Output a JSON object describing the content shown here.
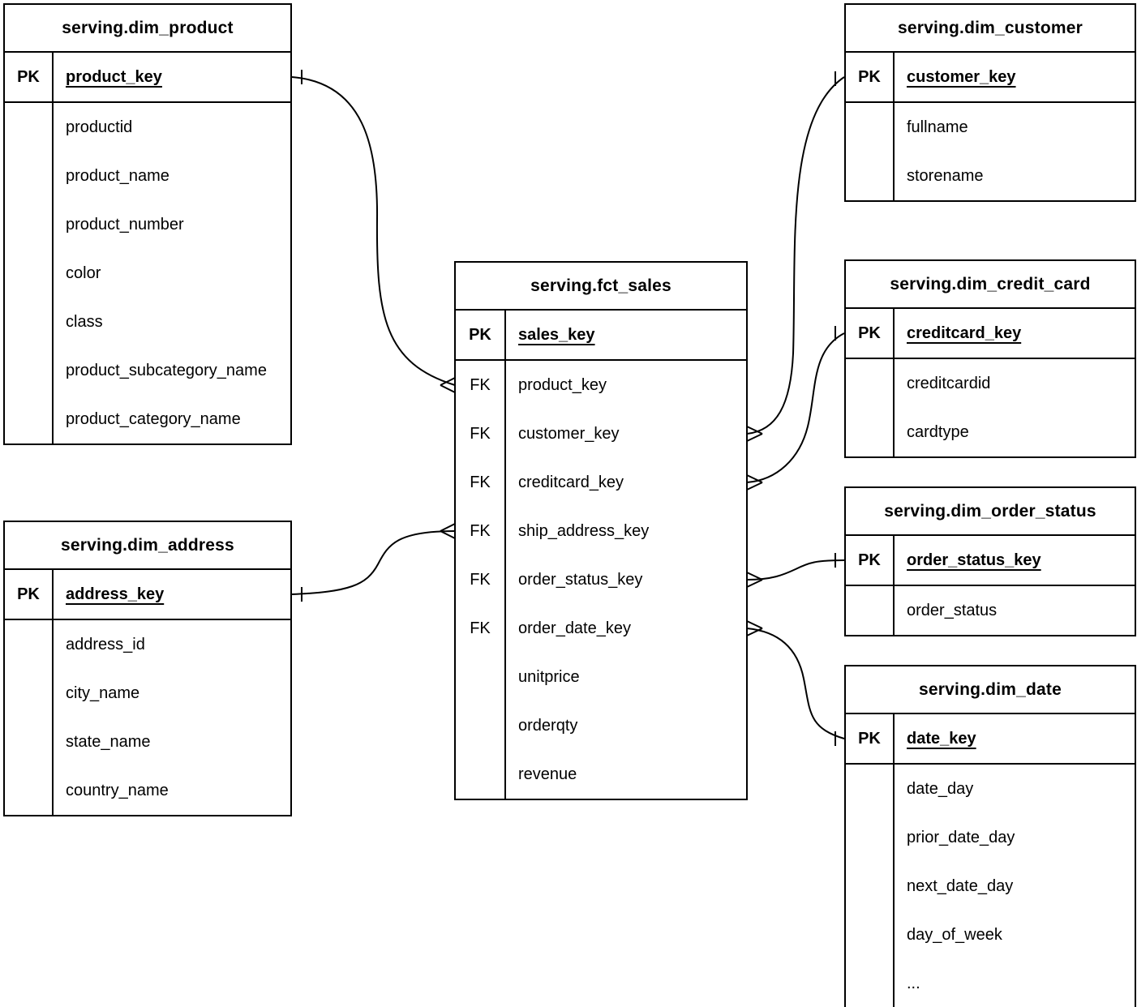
{
  "diagram_title": "serving star schema ER diagram",
  "line_color": "#000000",
  "background_color": "#ffffff",
  "tables": [
    {
      "id": "dim_product",
      "title": "serving.dim_product",
      "pk_label": "PK",
      "pk_field": "product_key",
      "rows": [
        {
          "key": "",
          "name": "productid"
        },
        {
          "key": "",
          "name": "product_name"
        },
        {
          "key": "",
          "name": "product_number"
        },
        {
          "key": "",
          "name": "color"
        },
        {
          "key": "",
          "name": "class"
        },
        {
          "key": "",
          "name": "product_subcategory_​name"
        },
        {
          "key": "",
          "name": "product_category_name"
        }
      ]
    },
    {
      "id": "fct_sales",
      "title": "serving.fct_sales",
      "pk_label": "PK",
      "pk_field": "sales_key",
      "rows": [
        {
          "key": "FK",
          "name": "product_key"
        },
        {
          "key": "FK",
          "name": "customer_key"
        },
        {
          "key": "FK",
          "name": "creditcard_key"
        },
        {
          "key": "FK",
          "name": "ship_address_key"
        },
        {
          "key": "FK",
          "name": "order_status_key"
        },
        {
          "key": "FK",
          "name": "order_date_key"
        },
        {
          "key": "",
          "name": "unitprice"
        },
        {
          "key": "",
          "name": "orderqty"
        },
        {
          "key": "",
          "name": "revenue"
        }
      ]
    },
    {
      "id": "dim_customer",
      "title": "serving.dim_customer",
      "pk_label": "PK",
      "pk_field": "customer_key",
      "rows": [
        {
          "key": "",
          "name": "fullname"
        },
        {
          "key": "",
          "name": "storename"
        }
      ]
    },
    {
      "id": "dim_credit_card",
      "title": "serving.dim_credit_card",
      "pk_label": "PK",
      "pk_field": "creditcard_key",
      "rows": [
        {
          "key": "",
          "name": "creditcardid"
        },
        {
          "key": "",
          "name": "cardtype"
        }
      ]
    },
    {
      "id": "dim_order_status",
      "title": "serving.dim_order_status",
      "pk_label": "PK",
      "pk_field": "order_status_key",
      "rows": [
        {
          "key": "",
          "name": "order_status"
        }
      ]
    },
    {
      "id": "dim_date",
      "title": "serving.dim_date",
      "pk_label": "PK",
      "pk_field": "date_key",
      "rows": [
        {
          "key": "",
          "name": "date_day"
        },
        {
          "key": "",
          "name": "prior_date_day"
        },
        {
          "key": "",
          "name": "next_date_day"
        },
        {
          "key": "",
          "name": "day_of_week"
        },
        {
          "key": "",
          "name": "..."
        }
      ]
    },
    {
      "id": "dim_address",
      "title": "serving.dim_address",
      "pk_label": "PK",
      "pk_field": "address_key",
      "rows": [
        {
          "key": "",
          "name": "address_id"
        },
        {
          "key": "",
          "name": "city_name"
        },
        {
          "key": "",
          "name": "state_name"
        },
        {
          "key": "",
          "name": "country_name"
        }
      ]
    }
  ],
  "relationships": [
    {
      "fact_table": "serving.fct_sales",
      "fact_field": "product_key",
      "dim_table": "serving.dim_product",
      "dim_field": "product_key",
      "fact_cardinality": "many",
      "dim_cardinality": "one"
    },
    {
      "fact_table": "serving.fct_sales",
      "fact_field": "customer_key",
      "dim_table": "serving.dim_customer",
      "dim_field": "customer_key",
      "fact_cardinality": "many",
      "dim_cardinality": "one"
    },
    {
      "fact_table": "serving.fct_sales",
      "fact_field": "creditcard_key",
      "dim_table": "serving.dim_credit_card",
      "dim_field": "creditcard_key",
      "fact_cardinality": "many",
      "dim_cardinality": "one"
    },
    {
      "fact_table": "serving.fct_sales",
      "fact_field": "ship_address_key",
      "dim_table": "serving.dim_address",
      "dim_field": "address_key",
      "fact_cardinality": "many",
      "dim_cardinality": "one"
    },
    {
      "fact_table": "serving.fct_sales",
      "fact_field": "order_status_key",
      "dim_table": "serving.dim_order_status",
      "dim_field": "order_status_key",
      "fact_cardinality": "many",
      "dim_cardinality": "one"
    },
    {
      "fact_table": "serving.fct_sales",
      "fact_field": "order_date_key",
      "dim_table": "serving.dim_date",
      "dim_field": "date_key",
      "fact_cardinality": "many",
      "dim_cardinality": "one"
    }
  ]
}
